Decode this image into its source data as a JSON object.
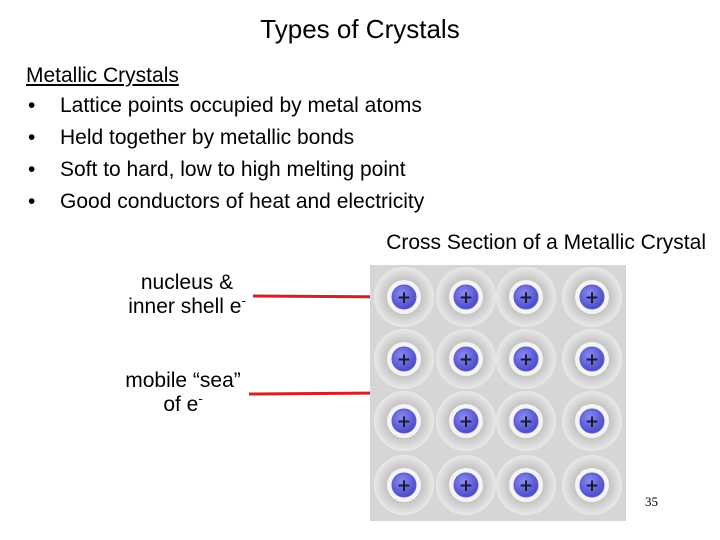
{
  "slide": {
    "title": "Types of Crystals",
    "heading": "Metallic Crystals",
    "bullet_glyph": "•",
    "bullets": [
      "Lattice points occupied by metal atoms",
      "Held together by metallic bonds",
      "Soft to hard, low to high melting point",
      "Good conductors of heat and electricity"
    ],
    "figure": {
      "caption": "Cross Section of a Metallic Crystal",
      "label_nucleus_line1": "nucleus &",
      "label_nucleus_line2": "inner shell e",
      "label_sea_line1": "mobile “sea”",
      "label_sea_line2": "of e",
      "superscript": "-",
      "ion_sign": "+",
      "arrow_color": "#d42020",
      "ion_color": "#5b5bd6"
    },
    "page_number": "35"
  }
}
